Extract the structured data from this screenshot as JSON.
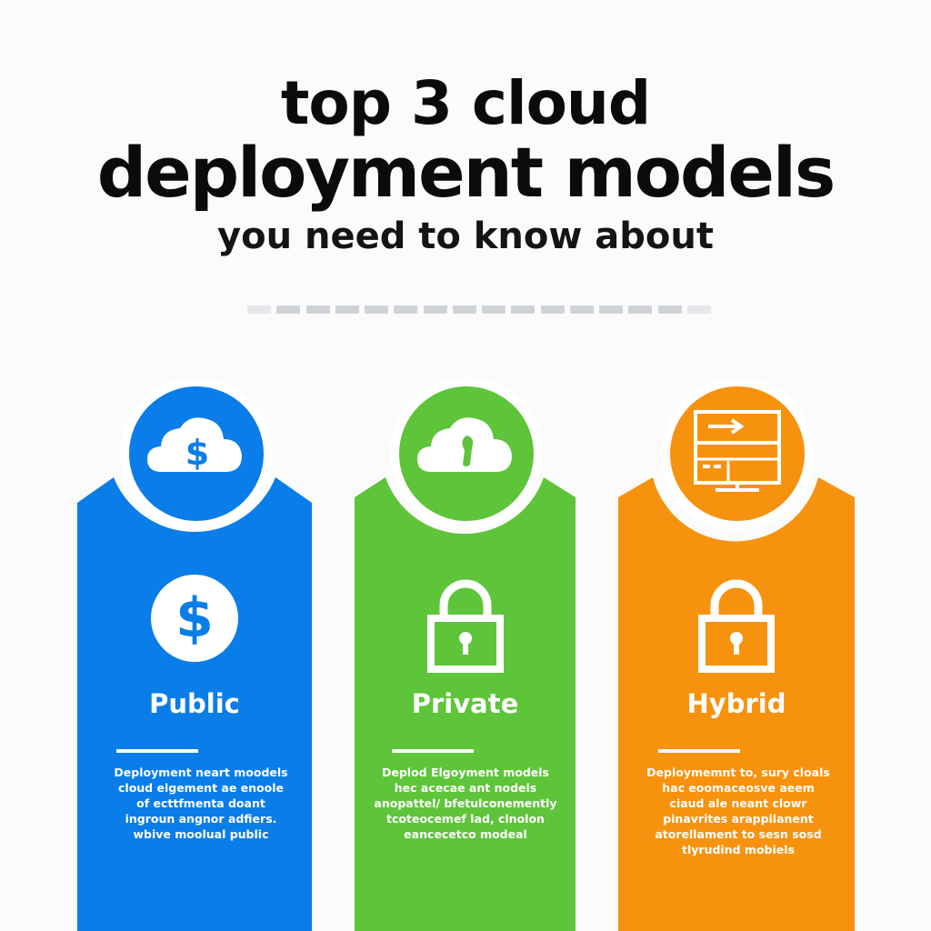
{
  "header": {
    "title_line1": "top 3 cloud",
    "title_line2": "deployment models",
    "subtitle": "you need to know about"
  },
  "colors": {
    "public": "#0a7de8",
    "private": "#5ec43a",
    "hybrid": "#f7920f"
  },
  "models": [
    {
      "name": "Public",
      "badge_icon": "cloud-dollar-icon",
      "main_icon": "dollar-circle-icon",
      "description": "Deployment neart moodels cloud elgement ae enoole of ecttfmenta doant ingroun angnor adfiers. wbive moolual public"
    },
    {
      "name": "Private",
      "badge_icon": "cloud-key-icon",
      "main_icon": "padlock-icon",
      "description": "Deplod Elgoyment models hec acecae ant nodels anopattel/ bfetulconemently tcoteocemef lad, clnolon eancecetco modeal"
    },
    {
      "name": "Hybrid",
      "badge_icon": "server-rack-icon",
      "main_icon": "padlock-icon",
      "description": "Deploymemnt to, sury cloals hac eoomaceosve aeem ciaud ale neant clowr pinavrites arappilanent atorellament to sesn sosd tlyrudind mobiels"
    }
  ]
}
